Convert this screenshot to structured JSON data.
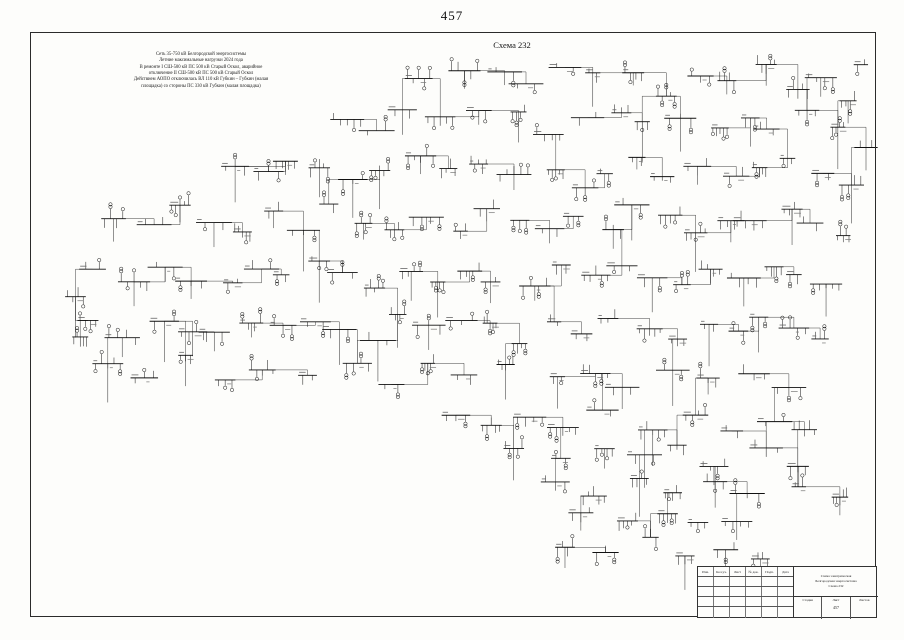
{
  "page": {
    "number": "457",
    "title": "Схема 232"
  },
  "note": {
    "lines": [
      "Сеть 35-750 кВ Белгородской энергосистемы",
      "Летние максимальные нагрузки 2024 года",
      "В ремонте I СШ-500 кВ ПС 500 кВ Старый Оскол, аварийное",
      "отключение II СШ-500 кВ ПС 500 кВ Старый Оскол",
      "Действием АОПО отключилась ВЛ 110 кВ Губкин – Губкин (малая",
      "площадка) со стороны ПС 330 кВ Губкин (малая площадка)"
    ]
  },
  "titleblock": {
    "header_cells": [
      "Изм.",
      "Кол.уч.",
      "Лист",
      "№ док.",
      "Подп.",
      "Дата"
    ],
    "doc_title_lines": [
      "Схема электрическая",
      "Белгородская энергосистема",
      "Схема 232"
    ],
    "stage_label": "Стадия",
    "sheet_label": "Лист",
    "sheets_label": "Листов",
    "sheet_value": "457"
  },
  "schematic": {
    "ink_color": "#111111",
    "clusters": [
      [
        425,
        75
      ],
      [
        460,
        70
      ],
      [
        498,
        68
      ],
      [
        522,
        82
      ],
      [
        558,
        72
      ],
      [
        598,
        78
      ],
      [
        638,
        70
      ],
      [
        668,
        92
      ],
      [
        700,
        75
      ],
      [
        734,
        86
      ],
      [
        764,
        70
      ],
      [
        794,
        95
      ],
      [
        828,
        80
      ],
      [
        854,
        100
      ],
      [
        860,
        65
      ],
      [
        345,
        120
      ],
      [
        375,
        136
      ],
      [
        410,
        112
      ],
      [
        445,
        122
      ],
      [
        480,
        106
      ],
      [
        515,
        116
      ],
      [
        546,
        132
      ],
      [
        585,
        122
      ],
      [
        615,
        110
      ],
      [
        650,
        126
      ],
      [
        684,
        116
      ],
      [
        714,
        130
      ],
      [
        744,
        112
      ],
      [
        774,
        126
      ],
      [
        804,
        116
      ],
      [
        838,
        130
      ],
      [
        860,
        146
      ],
      [
        230,
        166
      ],
      [
        262,
        176
      ],
      [
        292,
        160
      ],
      [
        322,
        170
      ],
      [
        352,
        182
      ],
      [
        386,
        166
      ],
      [
        420,
        156
      ],
      [
        452,
        170
      ],
      [
        486,
        160
      ],
      [
        516,
        176
      ],
      [
        550,
        166
      ],
      [
        580,
        182
      ],
      [
        610,
        170
      ],
      [
        640,
        160
      ],
      [
        670,
        176
      ],
      [
        700,
        166
      ],
      [
        730,
        182
      ],
      [
        760,
        170
      ],
      [
        790,
        160
      ],
      [
        820,
        176
      ],
      [
        848,
        186
      ],
      [
        120,
        216
      ],
      [
        152,
        226
      ],
      [
        186,
        210
      ],
      [
        216,
        220
      ],
      [
        246,
        232
      ],
      [
        276,
        216
      ],
      [
        306,
        226
      ],
      [
        336,
        210
      ],
      [
        366,
        220
      ],
      [
        396,
        232
      ],
      [
        426,
        216
      ],
      [
        456,
        226
      ],
      [
        486,
        210
      ],
      [
        516,
        220
      ],
      [
        546,
        232
      ],
      [
        576,
        216
      ],
      [
        606,
        226
      ],
      [
        636,
        210
      ],
      [
        666,
        220
      ],
      [
        696,
        232
      ],
      [
        726,
        216
      ],
      [
        756,
        226
      ],
      [
        786,
        210
      ],
      [
        816,
        220
      ],
      [
        846,
        236
      ],
      [
        100,
        270
      ],
      [
        132,
        282
      ],
      [
        164,
        266
      ],
      [
        196,
        276
      ],
      [
        228,
        288
      ],
      [
        258,
        270
      ],
      [
        288,
        280
      ],
      [
        318,
        266
      ],
      [
        348,
        276
      ],
      [
        378,
        288
      ],
      [
        408,
        270
      ],
      [
        438,
        280
      ],
      [
        468,
        266
      ],
      [
        498,
        276
      ],
      [
        528,
        288
      ],
      [
        558,
        270
      ],
      [
        588,
        280
      ],
      [
        618,
        266
      ],
      [
        648,
        276
      ],
      [
        678,
        288
      ],
      [
        708,
        270
      ],
      [
        738,
        280
      ],
      [
        768,
        266
      ],
      [
        798,
        276
      ],
      [
        826,
        288
      ],
      [
        95,
        320
      ],
      [
        126,
        332
      ],
      [
        160,
        316
      ],
      [
        192,
        326
      ],
      [
        222,
        338
      ],
      [
        252,
        320
      ],
      [
        282,
        330
      ],
      [
        312,
        316
      ],
      [
        342,
        326
      ],
      [
        372,
        338
      ],
      [
        402,
        320
      ],
      [
        432,
        330
      ],
      [
        462,
        316
      ],
      [
        492,
        326
      ],
      [
        522,
        338
      ],
      [
        552,
        320
      ],
      [
        582,
        330
      ],
      [
        612,
        316
      ],
      [
        642,
        326
      ],
      [
        672,
        338
      ],
      [
        702,
        320
      ],
      [
        732,
        330
      ],
      [
        762,
        316
      ],
      [
        792,
        326
      ],
      [
        820,
        338
      ],
      [
        115,
        362
      ],
      [
        152,
        372
      ],
      [
        190,
        360
      ],
      [
        230,
        376
      ],
      [
        270,
        366
      ],
      [
        310,
        378
      ],
      [
        350,
        368
      ],
      [
        390,
        380
      ],
      [
        430,
        366
      ],
      [
        470,
        378
      ],
      [
        510,
        368
      ],
      [
        550,
        380
      ],
      [
        590,
        370
      ],
      [
        630,
        382
      ],
      [
        670,
        372
      ],
      [
        710,
        384
      ],
      [
        750,
        374
      ],
      [
        788,
        386
      ],
      [
        450,
        416
      ],
      [
        490,
        426
      ],
      [
        530,
        412
      ],
      [
        570,
        426
      ],
      [
        610,
        416
      ],
      [
        650,
        428
      ],
      [
        690,
        418
      ],
      [
        730,
        430
      ],
      [
        770,
        420
      ],
      [
        808,
        432
      ],
      [
        520,
        446
      ],
      [
        560,
        456
      ],
      [
        600,
        448
      ],
      [
        640,
        460
      ],
      [
        680,
        450
      ],
      [
        720,
        462
      ],
      [
        760,
        452
      ],
      [
        798,
        464
      ],
      [
        556,
        480
      ],
      [
        596,
        492
      ],
      [
        636,
        482
      ],
      [
        676,
        496
      ],
      [
        716,
        486
      ],
      [
        754,
        498
      ],
      [
        794,
        488
      ],
      [
        832,
        500
      ],
      [
        580,
        515
      ],
      [
        620,
        520
      ],
      [
        660,
        512
      ],
      [
        700,
        522
      ],
      [
        740,
        516
      ],
      [
        566,
        545
      ],
      [
        606,
        552
      ],
      [
        646,
        542
      ],
      [
        686,
        556
      ],
      [
        724,
        548
      ],
      [
        760,
        558
      ],
      [
        70,
        300
      ],
      [
        76,
        342
      ]
    ]
  }
}
